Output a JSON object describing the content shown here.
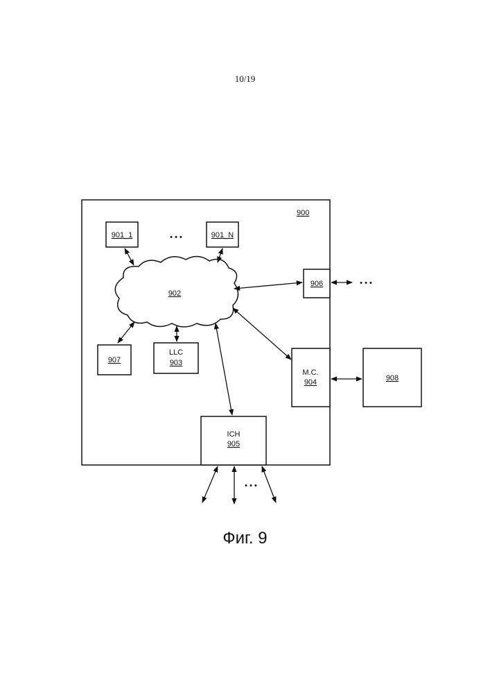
{
  "page_number": "10/19",
  "figure_caption": "Фиг. 9",
  "blocks": {
    "system": "900",
    "core_1": "901_1",
    "core_n": "901_N",
    "core_dots": "• • •",
    "interconnect": "902",
    "llc_name": "LLC",
    "llc_ref": "903",
    "mc_name": "M.C.",
    "mc_ref": "904",
    "ich_name": "ICH",
    "ich_ref": "905",
    "io_906": "906",
    "io_906_dots": "• • •",
    "unit_907": "907",
    "memory": "908",
    "ich_dots": "• • •"
  }
}
